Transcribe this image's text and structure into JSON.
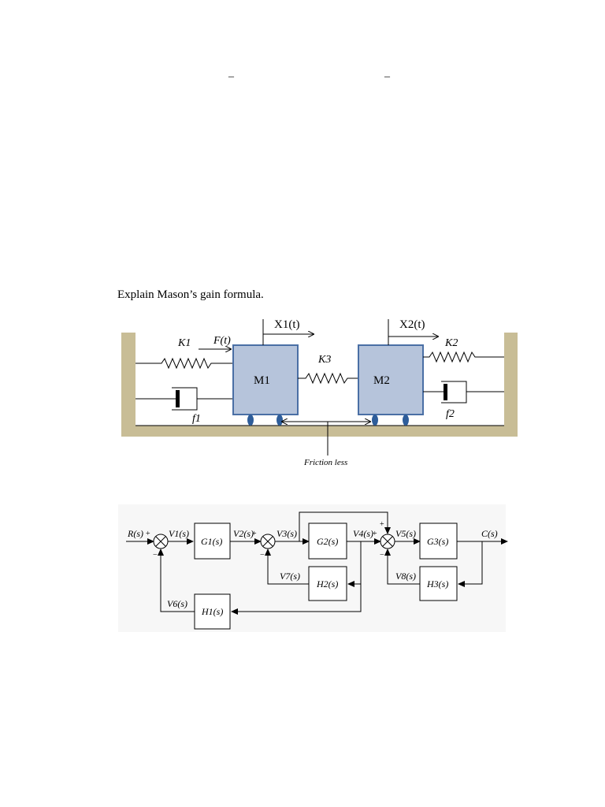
{
  "top_marks": [
    "–",
    "–"
  ],
  "question": "Explain Mason’s gain formula.",
  "mech": {
    "x1": "X1(t)",
    "x2": "X2(t)",
    "k1": "K1",
    "k2": "K2",
    "k3": "K3",
    "force": "F(t)",
    "m1": "M1",
    "m2": "M2",
    "f1": "f1",
    "f2": "f2",
    "friction": "Friction less",
    "colors": {
      "wall": "#c8bd96",
      "mass_fill": "#b6c4db",
      "mass_border": "#4a6fa5",
      "wheel": "#2e5d9a"
    }
  },
  "block": {
    "r": "R(s)",
    "c": "C(s)",
    "v1": "V1(s)",
    "v2": "V2(s)",
    "v3": "V3(s)",
    "v4": "V4(s)",
    "v5": "V5(s)",
    "v6": "V6(s)",
    "v7": "V7(s)",
    "v8": "V8(s)",
    "g1": "G1(s)",
    "g2": "G2(s)",
    "g3": "G3(s)",
    "h1": "H1(s)",
    "h2": "H2(s)",
    "h3": "H3(s)",
    "plus": "+",
    "minus": "−"
  }
}
